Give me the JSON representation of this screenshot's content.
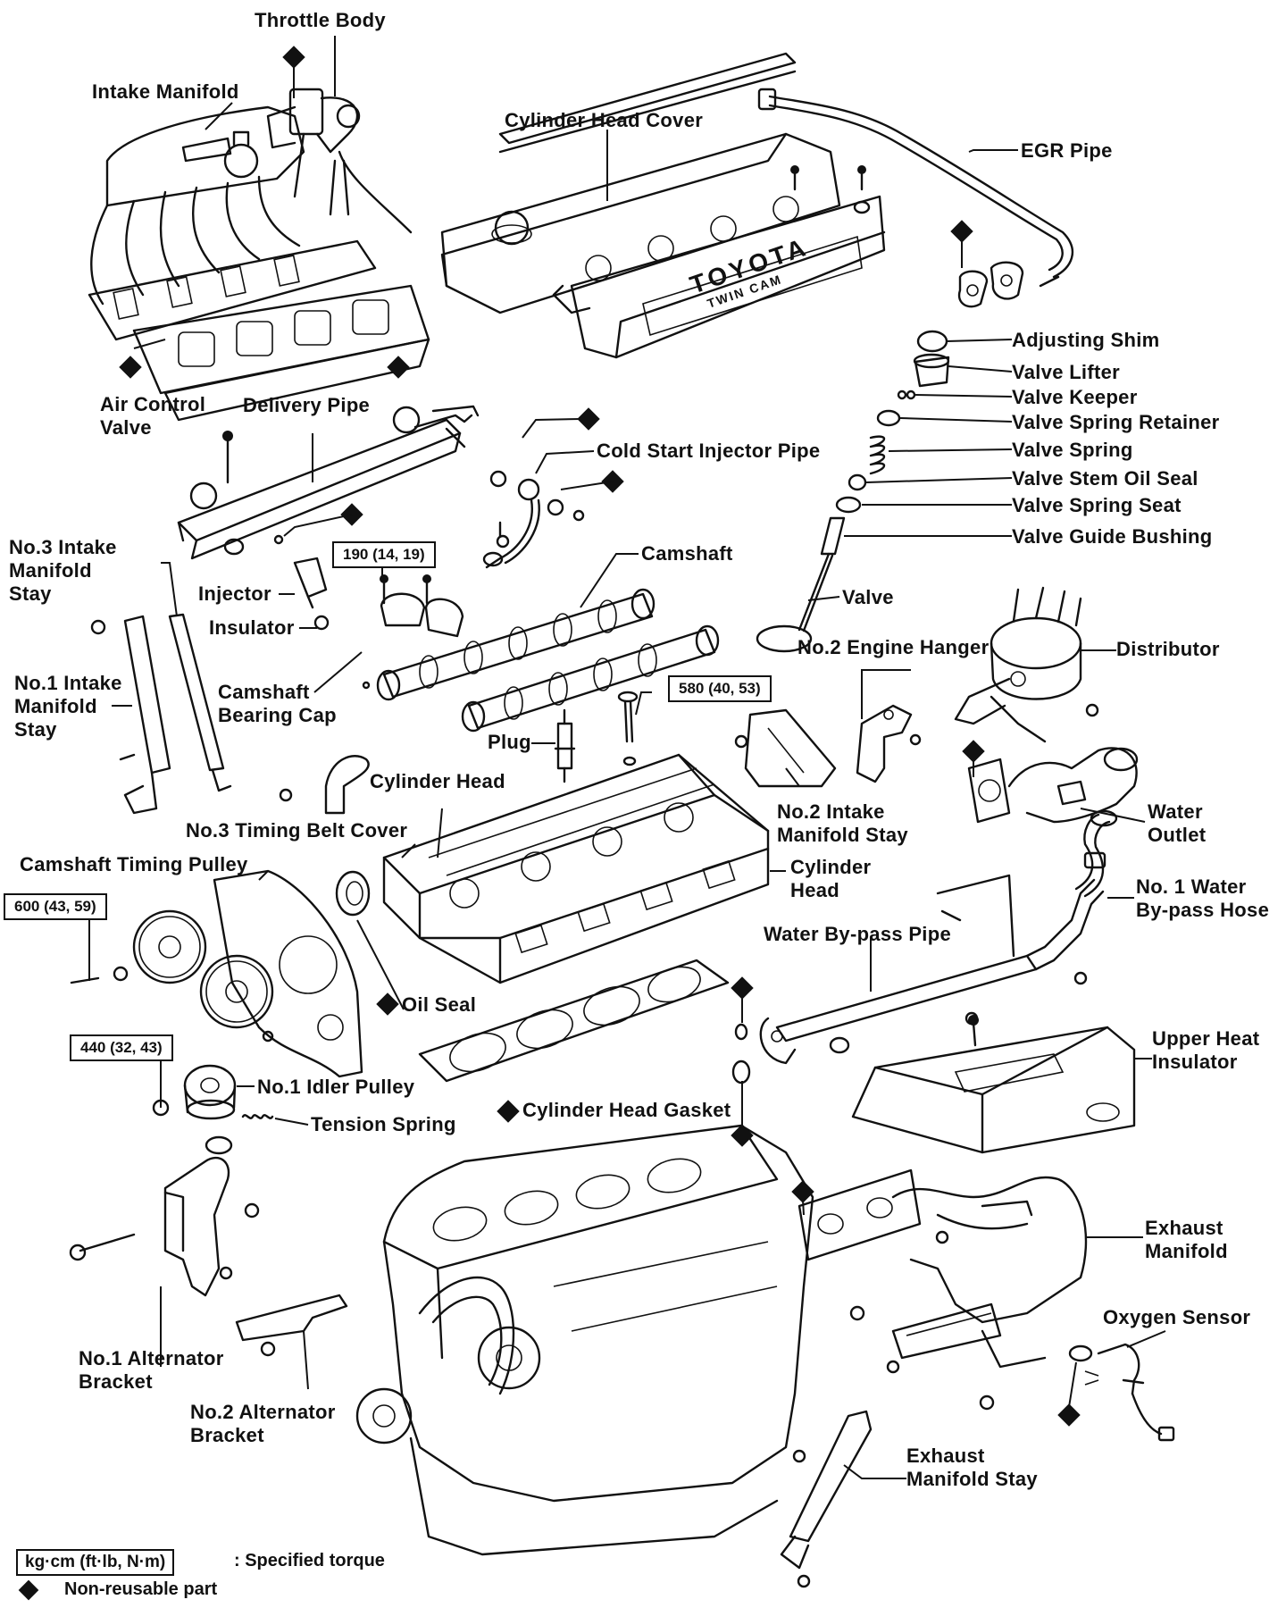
{
  "labels": {
    "throttle_body": "Throttle Body",
    "intake_manifold": "Intake Manifold",
    "cylinder_head_cover": "Cylinder Head Cover",
    "egr_pipe": "EGR Pipe",
    "adjusting_shim": "Adjusting Shim",
    "valve_lifter": "Valve Lifter",
    "valve_keeper": "Valve Keeper",
    "valve_spring_retainer": "Valve Spring Retainer",
    "valve_spring": "Valve Spring",
    "valve_stem_oil_seal": "Valve Stem Oil Seal",
    "valve_spring_seat": "Valve Spring Seat",
    "valve_guide_bushing": "Valve Guide Bushing",
    "valve": "Valve",
    "air_control_valve": "Air Control\nValve",
    "delivery_pipe": "Delivery Pipe",
    "cold_start_injector_pipe": "Cold Start Injector Pipe",
    "camshaft": "Camshaft",
    "no3_intake_manifold_stay": "No.3 Intake\nManifold\nStay",
    "injector": "Injector",
    "insulator": "Insulator",
    "no1_intake_manifold_stay": "No.1 Intake\nManifold\nStay",
    "camshaft_bearing_cap": "Camshaft\nBearing Cap",
    "plug": "Plug",
    "no2_engine_hanger": "No.2 Engine Hanger",
    "distributor": "Distributor",
    "cylinder_head_top": "Cylinder Head",
    "no2_intake_manifold_stay": "No.2 Intake\nManifold Stay",
    "water_outlet": "Water\nOutlet",
    "no3_timing_belt_cover": "No.3 Timing Belt Cover",
    "camshaft_timing_pulley": "Camshaft Timing Pulley",
    "cylinder_head_right": "Cylinder\nHead",
    "no1_water_bypass_hose": "No. 1 Water\nBy-pass Hose",
    "water_bypass_pipe": "Water By-pass Pipe",
    "oil_seal": "Oil Seal",
    "upper_heat_insulator": "Upper Heat\nInsulator",
    "no1_idler_pulley": "No.1 Idler Pulley",
    "tension_spring": "Tension Spring",
    "cylinder_head_gasket": "Cylinder Head Gasket",
    "exhaust_manifold": "Exhaust\nManifold",
    "oxygen_sensor": "Oxygen Sensor",
    "no1_alternator_bracket": "No.1 Alternator\nBracket",
    "no2_alternator_bracket": "No.2 Alternator\nBracket",
    "exhaust_manifold_stay": "Exhaust\nManifold Stay"
  },
  "cover_emboss": {
    "brand": "TOYOTA",
    "sub": "TWIN CAM"
  },
  "torques": {
    "t190": "190 (14, 19)",
    "t580": "580 (40, 53)",
    "t600": "600 (43, 59)",
    "t440": "440 (32, 43)"
  },
  "legend": {
    "torque_box": "kg·cm (ft·lb, N·m)",
    "torque_text": ": Specified torque",
    "nonreusable_text": "Non-reusable part"
  },
  "colors": {
    "ink": "#111111",
    "paper": "#ffffff"
  }
}
